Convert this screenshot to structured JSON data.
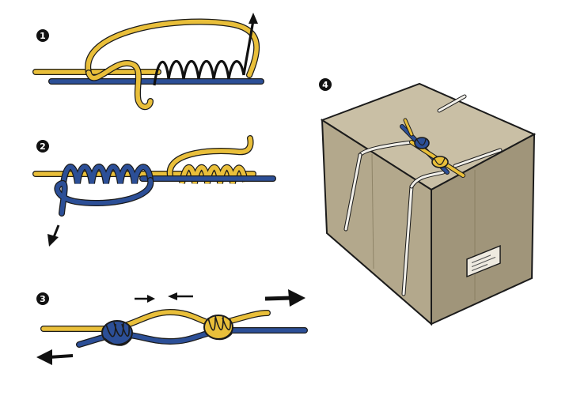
{
  "steps": [
    {
      "label": "1"
    },
    {
      "label": "2"
    },
    {
      "label": "3"
    },
    {
      "label": "4"
    }
  ],
  "colors": {
    "yellow_rope": "#e9bf3a",
    "blue_rope": "#2c4f97",
    "outline": "#1b1b1b",
    "box_top": "#c9bfa5",
    "box_front": "#b3a88c",
    "box_side": "#a0957a",
    "string": "#f1efe9",
    "arrow": "#111111"
  }
}
